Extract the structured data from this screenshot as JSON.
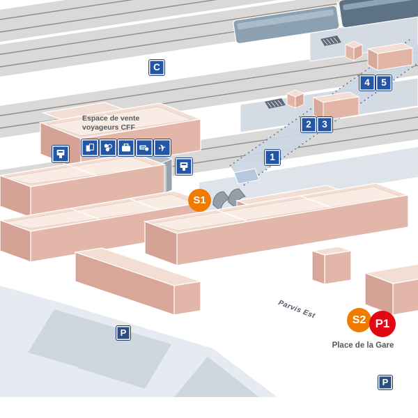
{
  "map": {
    "labels": {
      "track_c": "C",
      "platform_1": "1",
      "platform_2": "2",
      "platform_3": "3",
      "platform_4": "4",
      "platform_5": "5",
      "parking_west": "P",
      "parking_southeast": "P"
    },
    "badges": {
      "s1": "S1",
      "s2": "S2",
      "p1": "P1"
    },
    "texts": {
      "sales_line1": "Espace de vente",
      "sales_line2": "voyageurs CFF",
      "street_parvis": "Parvis Est",
      "street_place": "Place de la Gare"
    },
    "icons": {
      "service_row": [
        "tickets",
        "coins",
        "luggage",
        "cash",
        "flight-checkin"
      ],
      "standalone": [
        "ticket-machine-west",
        "ticket-machine-east"
      ]
    },
    "colors": {
      "label_blue": "#2356a6",
      "parking_navy": "#2b4f80",
      "badge_orange": "#ef7c00",
      "badge_red": "#e30613",
      "building_wall": "#e2b6a8",
      "building_side": "#d5a395",
      "building_floor": "#f9ece5",
      "track_gray": "#dbd9d7",
      "platform_gray": "#d5dbe2",
      "underpass_blue": "#ccd7e4",
      "train_dark": "#5d7285",
      "train_light": "#8ba1b2",
      "text_gray": "#55585b"
    }
  }
}
